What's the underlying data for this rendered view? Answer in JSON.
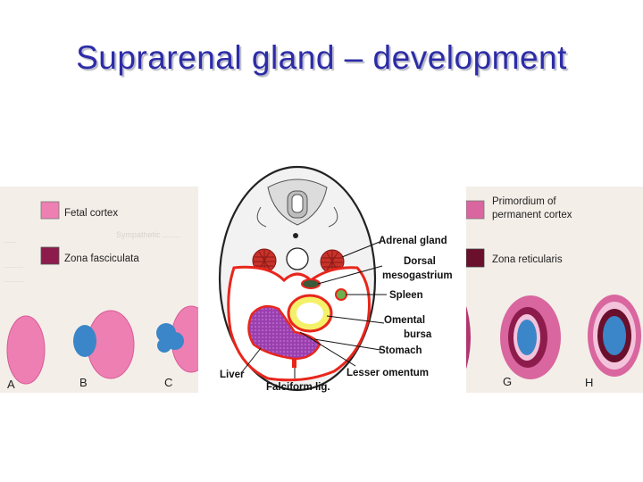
{
  "slide": {
    "title": "Suprarenal gland – development"
  },
  "left_panel": {
    "legend": [
      {
        "label": "Fetal cortex",
        "color": "#ee7fb2"
      },
      {
        "label": "Zona fasciculata",
        "color": "#8d1c4d"
      }
    ],
    "stage_labels": [
      "A",
      "B",
      "C"
    ]
  },
  "right_panel": {
    "legend": [
      {
        "label_line1": "Primordium of",
        "label_line2": "permanent cortex",
        "color": "#d9669e"
      },
      {
        "label": "Zona reticularis",
        "color": "#6a0f2c"
      }
    ],
    "stage_labels": [
      "G",
      "H"
    ]
  },
  "center_panel": {
    "labels": {
      "adrenal_gland": "Adrenal gland",
      "dorsal_line1": "Dorsal",
      "dorsal_line2": "mesogastrium",
      "spleen": "Spleen",
      "omental_line1": "Omental",
      "omental_line2": "bursa",
      "stomach": "Stomach",
      "liver": "Liver",
      "lesser_omentum": "Lesser omentum",
      "falciform": "Falciform lig."
    }
  },
  "colors": {
    "title": "#2c2ca8",
    "fetal_cortex": "#ee7fb2",
    "medulla": "#3a86c8",
    "zona_fasciculata": "#8d1c4d",
    "zona_reticularis": "#6a0f2c",
    "serosa": "#e8261c",
    "liver": "#9b3fb0"
  }
}
